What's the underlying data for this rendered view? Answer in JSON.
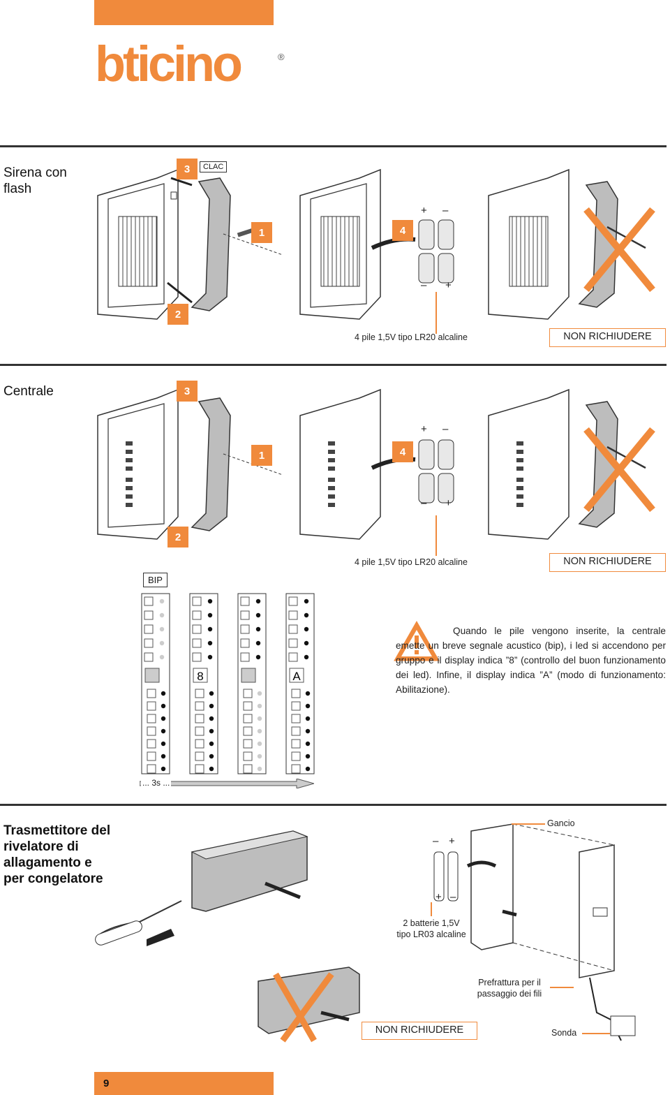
{
  "brand": {
    "logo_text": "bticino",
    "registered_mark": "®"
  },
  "colors": {
    "accent": "#f08a3c",
    "line": "#333333",
    "device_fill": "#ffffff",
    "cover_fill": "#bdbdbd"
  },
  "section_siren": {
    "title": "Sirena con flash",
    "steps": [
      "1",
      "2",
      "3",
      "4"
    ],
    "clac_label": "CLAC",
    "battery_plus": "+",
    "battery_minus": "–",
    "battery_caption": "4 pile 1,5V tipo LR20 alcaline",
    "do_not_close": "NON RICHIUDERE"
  },
  "section_central": {
    "title": "Centrale",
    "steps": [
      "1",
      "2",
      "3",
      "4"
    ],
    "battery_plus": "+",
    "battery_minus": "–",
    "battery_caption": "4 pile 1,5V tipo LR20 alcaline",
    "do_not_close": "NON RICHIUDERE",
    "bip_label": "BIP",
    "time_label": "... 3s ...",
    "display_values": [
      "",
      "8",
      "",
      "A"
    ],
    "note": "Quando le pile vengono inserite, la centrale emette un breve segnale acustico (bip), i led si accendono per gruppo e il display indica ”8” (controllo del buon funzionamento dei led). Infine, il display indica ”A” (modo di funzionamento: Abilitazione)."
  },
  "section_transmitter": {
    "title": "Trasmettitore del rivelatore di allagamento e per congelatore",
    "battery_caption": "2 batterie 1,5V tipo LR03 alcaline",
    "battery_plus": "+",
    "battery_minus": "–",
    "hook_label": "Gancio",
    "prebreak_label": "Prefrattura per il passaggio dei fili",
    "probe_label": "Sonda",
    "do_not_close": "NON RICHIUDERE"
  },
  "footer": {
    "page_number": "9"
  }
}
